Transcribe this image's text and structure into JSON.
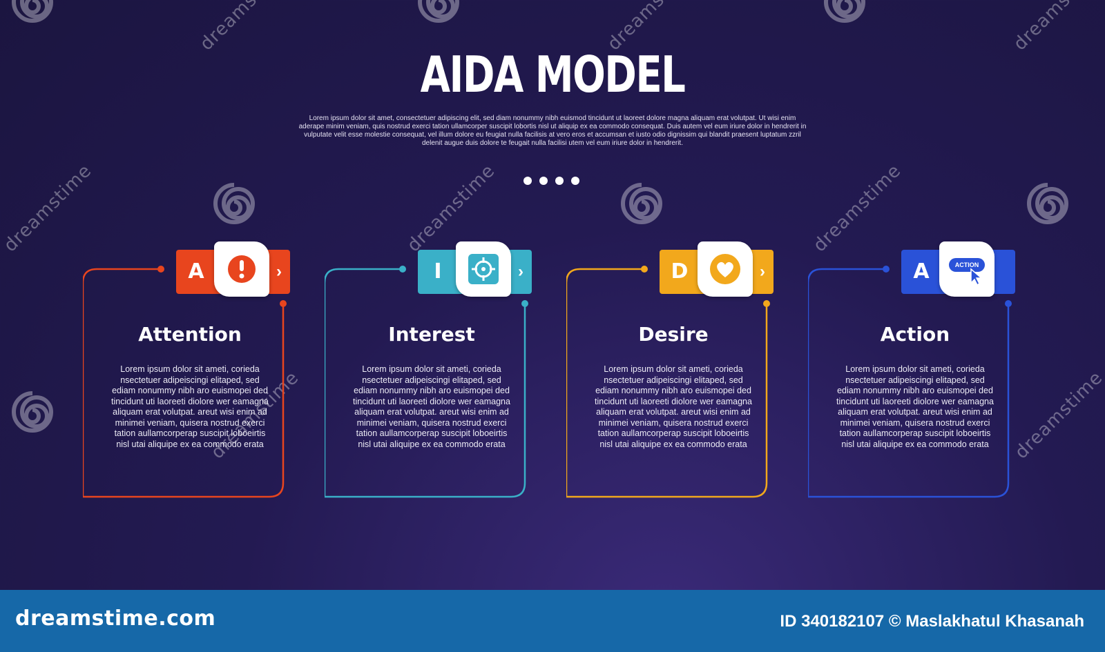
{
  "header": {
    "title": "AIDA MODEL",
    "description": "Lorem ipsum dolor sit amet, consectetuer adipiscing elit, sed diam nonummy nibh euismod tincidunt ut laoreet dolore magna aliquam erat volutpat. Ut wisi enim aderape minim veniam, quis nostrud exerci tation ullamcorper suscipit lobortis nisl ut aliquip ex ea commodo consequat. Duis autem vel eum iriure dolor in hendrerit in vulputate velit esse molestie consequat, vel illum dolore eu feugiat nulla facilisis at vero eros et accumsan et iusto odio dignissim qui blandit praesent luptatum zzril delenit augue duis dolore te feugait nulla facilisi utem vel eum iriure dolor in hendrerit."
  },
  "stages": [
    {
      "letter": "A",
      "title": "Attention",
      "icon": "exclamation-icon",
      "color": "#e8451e",
      "text": "Lorem ipsum dolor sit ameti, corieda nsectetuer adipeiscingi elitaped, sed ediam nonummy nibh aro euismopei ded tincidunt uti laoreeti diolore wer eamagna aliquam erat volutpat. areut wisi enim ad minimei veniam, quisera nostrud exerci tation aullamcorperap suscipit loboeirtis nisl utai aliquipe ex ea commodo erata"
    },
    {
      "letter": "I",
      "title": "Interest",
      "icon": "target-icon",
      "color": "#3ab0c8",
      "text": "Lorem ipsum dolor sit ameti, corieda nsectetuer adipeiscingi elitaped, sed ediam nonummy nibh aro euismopei ded tincidunt uti laoreeti diolore wer eamagna aliquam erat volutpat. areut wisi enim ad minimei veniam, quisera nostrud exerci tation aullamcorperap suscipit loboeirtis nisl utai aliquipe ex ea commodo erata"
    },
    {
      "letter": "D",
      "title": "Desire",
      "icon": "heart-icon",
      "color": "#f2a81c",
      "text": "Lorem ipsum dolor sit ameti, corieda nsectetuer adipeiscingi elitaped, sed ediam nonummy nibh aro euismopei ded tincidunt uti laoreeti diolore wer eamagna aliquam erat volutpat. areut wisi enim ad minimei veniam, quisera nostrud exerci tation aullamcorperap suscipit loboeirtis nisl utai aliquipe ex ea commodo erata"
    },
    {
      "letter": "A",
      "title": "Action",
      "icon": "action-button-icon",
      "icon_text": "ACTION",
      "color": "#2a52d8",
      "text": "Lorem ipsum dolor sit ameti, corieda nsectetuer adipeiscingi elitaped, sed ediam nonummy nibh aro euismopei ded tincidunt uti laoreeti diolore wer eamagna aliquam erat volutpat. areut wisi enim ad minimei veniam, quisera nostrud exerci tation aullamcorperap suscipit loboeirtis nisl utai aliquipe ex ea commodo erata"
    }
  ],
  "watermark": {
    "text": "dreamstime"
  },
  "footer": {
    "logo": "dreamstime.com",
    "credit": "ID 340182107 © Maslakhatul Khasanah",
    "background": "#1668a8"
  }
}
